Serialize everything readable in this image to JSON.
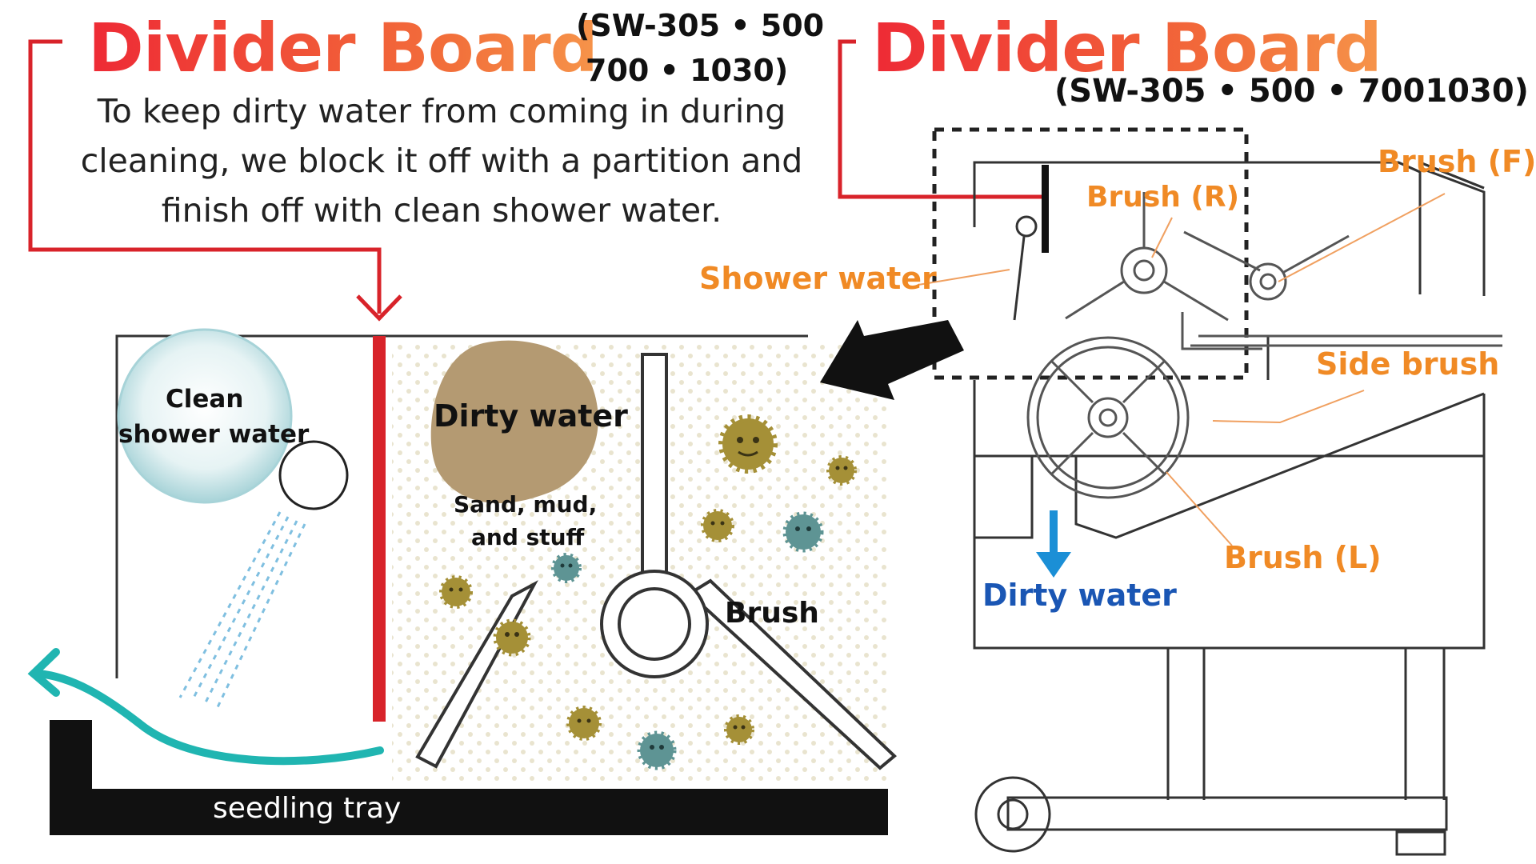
{
  "colors": {
    "red": "#d8232a",
    "orange": "#f08a25",
    "teal": "#20b5b1",
    "blue": "#1a56b4",
    "dirt": "#b49a72",
    "germ_olive": "#a59037",
    "germ_teal": "#5e9494",
    "black": "#111111"
  },
  "left": {
    "title": "Divider Board",
    "model_line1": "(SW-305 • 500",
    "model_line2": "700 • 1030)",
    "description": "To keep dirty water from coming in during cleaning, we block it off with a partition and finish off with clean shower water.",
    "clean_shower_line1": "Clean",
    "clean_shower_line2": "shower water",
    "dirty_water": "Dirty water",
    "sand_line1": "Sand, mud,",
    "sand_line2": "and stuff",
    "brush": "Brush",
    "tray": "seedling tray"
  },
  "right": {
    "title": "Divider Board",
    "model": "(SW-305 • 500 • 7001030)",
    "brush_r": "Brush (R)",
    "brush_f": "Brush (F)",
    "shower_water": "Shower water",
    "side_brush": "Side brush",
    "brush_l": "Brush (L)",
    "dirty_water": "Dirty water"
  }
}
